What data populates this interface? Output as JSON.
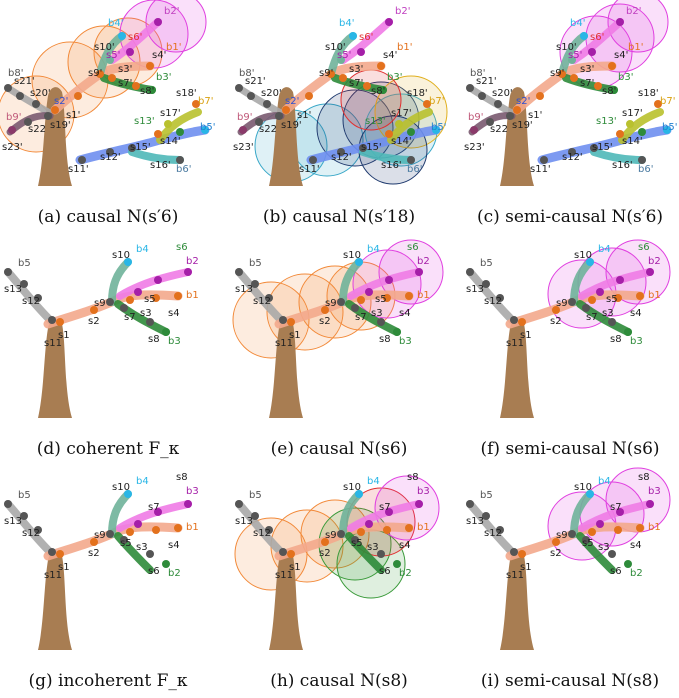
{
  "panels": [
    {
      "id": "a",
      "caption": "(a) causal N(s′6)",
      "variant": "prime",
      "circle_set": "causal_s6p"
    },
    {
      "id": "b",
      "caption": "(b) causal N(s′18)",
      "variant": "prime",
      "circle_set": "causal_s18p"
    },
    {
      "id": "c",
      "caption": "(c) semi-causal N(s′6)",
      "variant": "prime",
      "circle_set": "semi_s6p"
    },
    {
      "id": "d",
      "caption": "(d) coherent F_κ",
      "variant": "coherent",
      "circle_set": "none"
    },
    {
      "id": "e",
      "caption": "(e) causal N(s6)",
      "variant": "coherent",
      "circle_set": "causal_s6"
    },
    {
      "id": "f",
      "caption": "(f) semi-causal N(s6)",
      "variant": "coherent",
      "circle_set": "semi_s6"
    },
    {
      "id": "g",
      "caption": "(g) incoherent F_κ",
      "variant": "incoherent",
      "circle_set": "none"
    },
    {
      "id": "h",
      "caption": "(h) causal N(s8)",
      "variant": "incoherent",
      "circle_set": "causal_s8"
    },
    {
      "id": "i",
      "caption": "(i) semi-causal N(s8)",
      "variant": "incoherent",
      "circle_set": "semi_s8"
    }
  ],
  "labels": {
    "prime": [
      "b8'",
      "s21'",
      "s20'",
      "b9'",
      "s22",
      "s19'",
      "s23'",
      "s1'",
      "s2'",
      "s9'",
      "s10'",
      "b4'",
      "b2'",
      "s6'",
      "s5'",
      "s3'",
      "s4'",
      "b1'",
      "s7'",
      "s8'",
      "b3'",
      "s18'",
      "b7'",
      "s17'",
      "s13'",
      "b5'",
      "s14'",
      "s11'",
      "s12'",
      "s15'",
      "s16'",
      "b6'"
    ],
    "coherent": [
      "b5",
      "s13",
      "s12",
      "s11",
      "s1",
      "s2",
      "s9",
      "s10",
      "b4",
      "s6",
      "b2",
      "s5",
      "s3",
      "s4",
      "b1",
      "s7",
      "s8",
      "b3"
    ],
    "incoherent": [
      "b5",
      "s13",
      "s12",
      "s11",
      "s1",
      "s2",
      "s9",
      "s10",
      "b4",
      "s8",
      "b3",
      "s7",
      "s5",
      "s3",
      "s4",
      "b1",
      "s6",
      "b2"
    ]
  },
  "colors": {
    "trunk": "#a87d52",
    "gray_branch": "#a8a8a8",
    "salmon_branch": "#f3a98c",
    "orange_node": "#e3711d",
    "green_branch": "#2e8b3a",
    "teal_branch": "#6fb29a",
    "pink_branch": "#f07be6",
    "magenta_node": "#a51fa8",
    "cyan_node": "#29b6e6",
    "blue_branch": "#6f8ff0",
    "olive_branch": "#b9c12e",
    "orange_circle": "#f28a3a",
    "magenta_circle": "#e040e0",
    "teal_circle": "#3aa8c8",
    "navy_circle": "#1f3a6e",
    "green_circle": "#3a9a3a",
    "red_circle": "#e03030",
    "yellow_circle": "#e0b020"
  }
}
